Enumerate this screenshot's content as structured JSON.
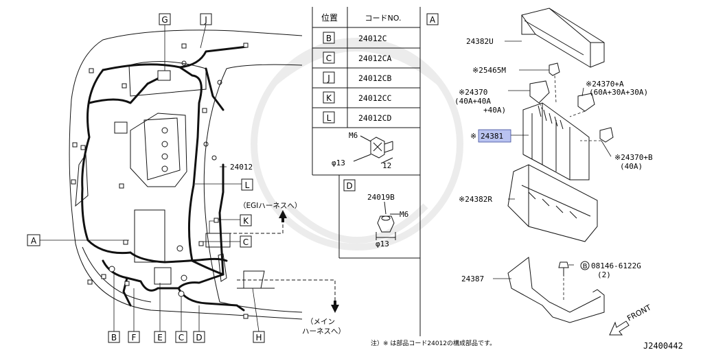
{
  "callouts": {
    "A": "A",
    "B": "B",
    "C": "C",
    "D": "D",
    "E": "E",
    "F": "F",
    "G": "G",
    "H": "H",
    "J": "J",
    "K": "K",
    "L": "L"
  },
  "harness_part": "24012",
  "egi_note": "（EGIハーネスへ）",
  "main_note_line1": "（メイン",
  "main_note_line2": "ハーネスへ）",
  "table": {
    "header_position": "位置",
    "header_code": "コードNO.",
    "rows": [
      {
        "pos": "B",
        "code": "24012C"
      },
      {
        "pos": "C",
        "code": "24012CA"
      },
      {
        "pos": "J",
        "code": "24012CB"
      },
      {
        "pos": "K",
        "code": "24012CC"
      },
      {
        "pos": "L",
        "code": "24012CD"
      }
    ]
  },
  "bolt": {
    "thread": "M6",
    "dia": "φ13",
    "length": "12"
  },
  "detail_d": {
    "tag": "D",
    "part": "24019B",
    "thread": "M6",
    "dia": "φ13"
  },
  "detail_a": {
    "tag": "A",
    "cover_upper": "24382U",
    "fuse_25465m": "※25465M",
    "fuse_24370a_l1": "※24370+A",
    "fuse_24370a_l2": "(60A+30A+30A)",
    "fuse_24370_l1": "※24370",
    "fuse_24370_l2": "(40A+40A",
    "fuse_24370_l3": "+40A)",
    "block_marker": "※",
    "block_24381": "24381",
    "fuse_24370b_l1": "※24370+B",
    "fuse_24370b_l2": "(40A)",
    "cover_lower": "※24382R",
    "bolt_b_circle": "B",
    "bolt_b_part": "08146-6122G",
    "bolt_b_qty": "(2)",
    "bracket": "24387",
    "front": "FRONT"
  },
  "footnote": "注）※ は部品コード24012の構成部品です。",
  "diagram_id": "J2400442",
  "colors": {
    "highlight": "#b9c3f0",
    "line": "#111111"
  }
}
